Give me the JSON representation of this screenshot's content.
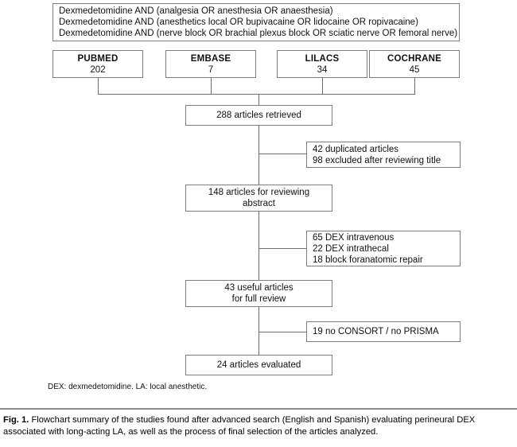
{
  "figure": {
    "query_box": {
      "lines": [
        "Dexmedetomidine AND (analgesia OR anesthesia OR anaesthesia)",
        "Dexmedetomidine AND (anesthetics local OR bupivacaine OR lidocaine OR ropivacaine)",
        "Dexmedetomidine AND (nerve block OR brachial plexus block OR sciatic nerve OR femoral nerve)"
      ]
    },
    "databases": [
      {
        "name": "PUBMED",
        "count": "202"
      },
      {
        "name": "EMBASE",
        "count": "7"
      },
      {
        "name": "LILACS",
        "count": "34"
      },
      {
        "name": "COCHRANE",
        "count": "45"
      }
    ],
    "stages": [
      {
        "lines": [
          "288 articles retrieved"
        ]
      },
      {
        "lines": [
          "148 articles for reviewing",
          "abstract"
        ]
      },
      {
        "lines": [
          "43 useful articles",
          "for full review"
        ]
      },
      {
        "lines": [
          "24 articles evaluated"
        ]
      }
    ],
    "exclusions": [
      {
        "lines": [
          "42 duplicated articles",
          "98 excluded after reviewing title"
        ]
      },
      {
        "lines": [
          "65 DEX intravenous",
          "22 DEX intrathecal",
          "18 block foranatomic repair"
        ]
      },
      {
        "lines": [
          "19 no CONSORT / no PRISMA"
        ]
      }
    ],
    "footnote": "DEX: dexmedetomidine. LA: local anesthetic.",
    "caption": {
      "label": "Fig. 1.",
      "text": "Flowchart summary of the studies found after advanced search (English and Spanish) evaluating perineural DEX associated with long-acting LA, as well as the process of final selection of the articles analyzed."
    },
    "colors": {
      "border": "#7d7d7d",
      "line": "#6f6f6f",
      "text": "#101010",
      "background": "#ffffff"
    }
  }
}
